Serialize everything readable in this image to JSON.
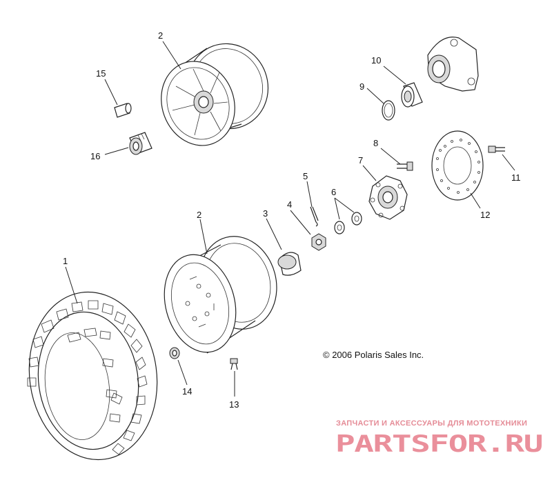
{
  "copyright": "© 2006 Polaris Sales Inc.",
  "watermark": {
    "tagline": "ЗАПЧАСТИ И АКСЕССУАРЫ ДЛЯ МОТОТЕХНИКИ",
    "brand": "PARTSFOR.RU"
  },
  "callouts": {
    "tire": "1",
    "wheel_upper": "2",
    "wheel_lower": "2",
    "cap": "3",
    "nut": "4",
    "cotter_pin": "5",
    "washers": "6",
    "hub": "7",
    "hub_stud": "8",
    "retaining_ring": "9",
    "bearing": "10",
    "disc_bolt": "11",
    "brake_disc": "12",
    "valve_stem": "13",
    "lug_nut": "14",
    "stud": "15",
    "bushing": "16"
  },
  "colors": {
    "line": "#222222",
    "watermark": "#ea8f9b",
    "background": "#ffffff"
  }
}
